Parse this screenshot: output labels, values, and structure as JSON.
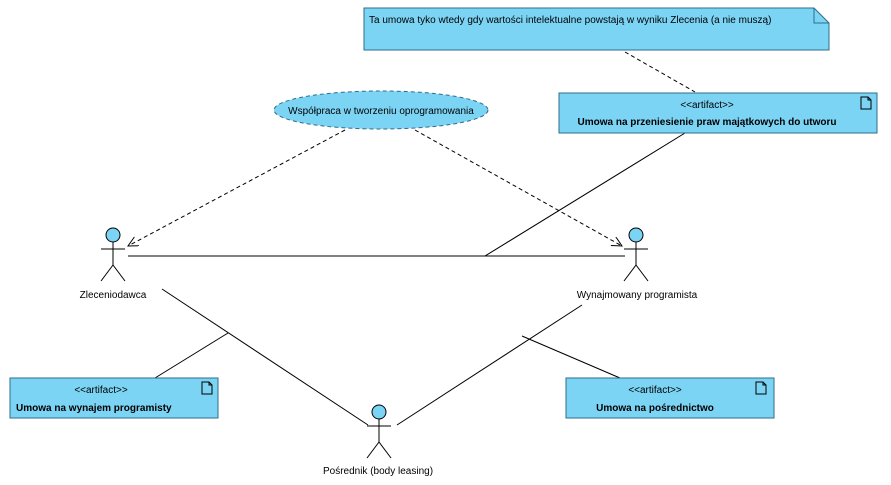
{
  "note": {
    "text": "Ta umowa tyko wtedy gdy wartości intelektualne powstają w wyniku Zlecenia (a nie muszą)"
  },
  "use_case": {
    "label": "Współpraca w tworzeniu oprogramowania"
  },
  "actors": {
    "client": "Zleceniodawca",
    "programmer": "Wynajmowany programista",
    "intermediary": "Pośrednik (body leasing)"
  },
  "artifacts": {
    "stereotype": "<<artifact>>",
    "property_transfer": "Umowa na przeniesienie praw majątkowych do utworu",
    "rental": "Umowa na wynajem programisty",
    "mediation": "Umowa na pośrednictwo"
  },
  "colors": {
    "fill": "#7cd4f5",
    "stroke": "#2e6e8a"
  }
}
